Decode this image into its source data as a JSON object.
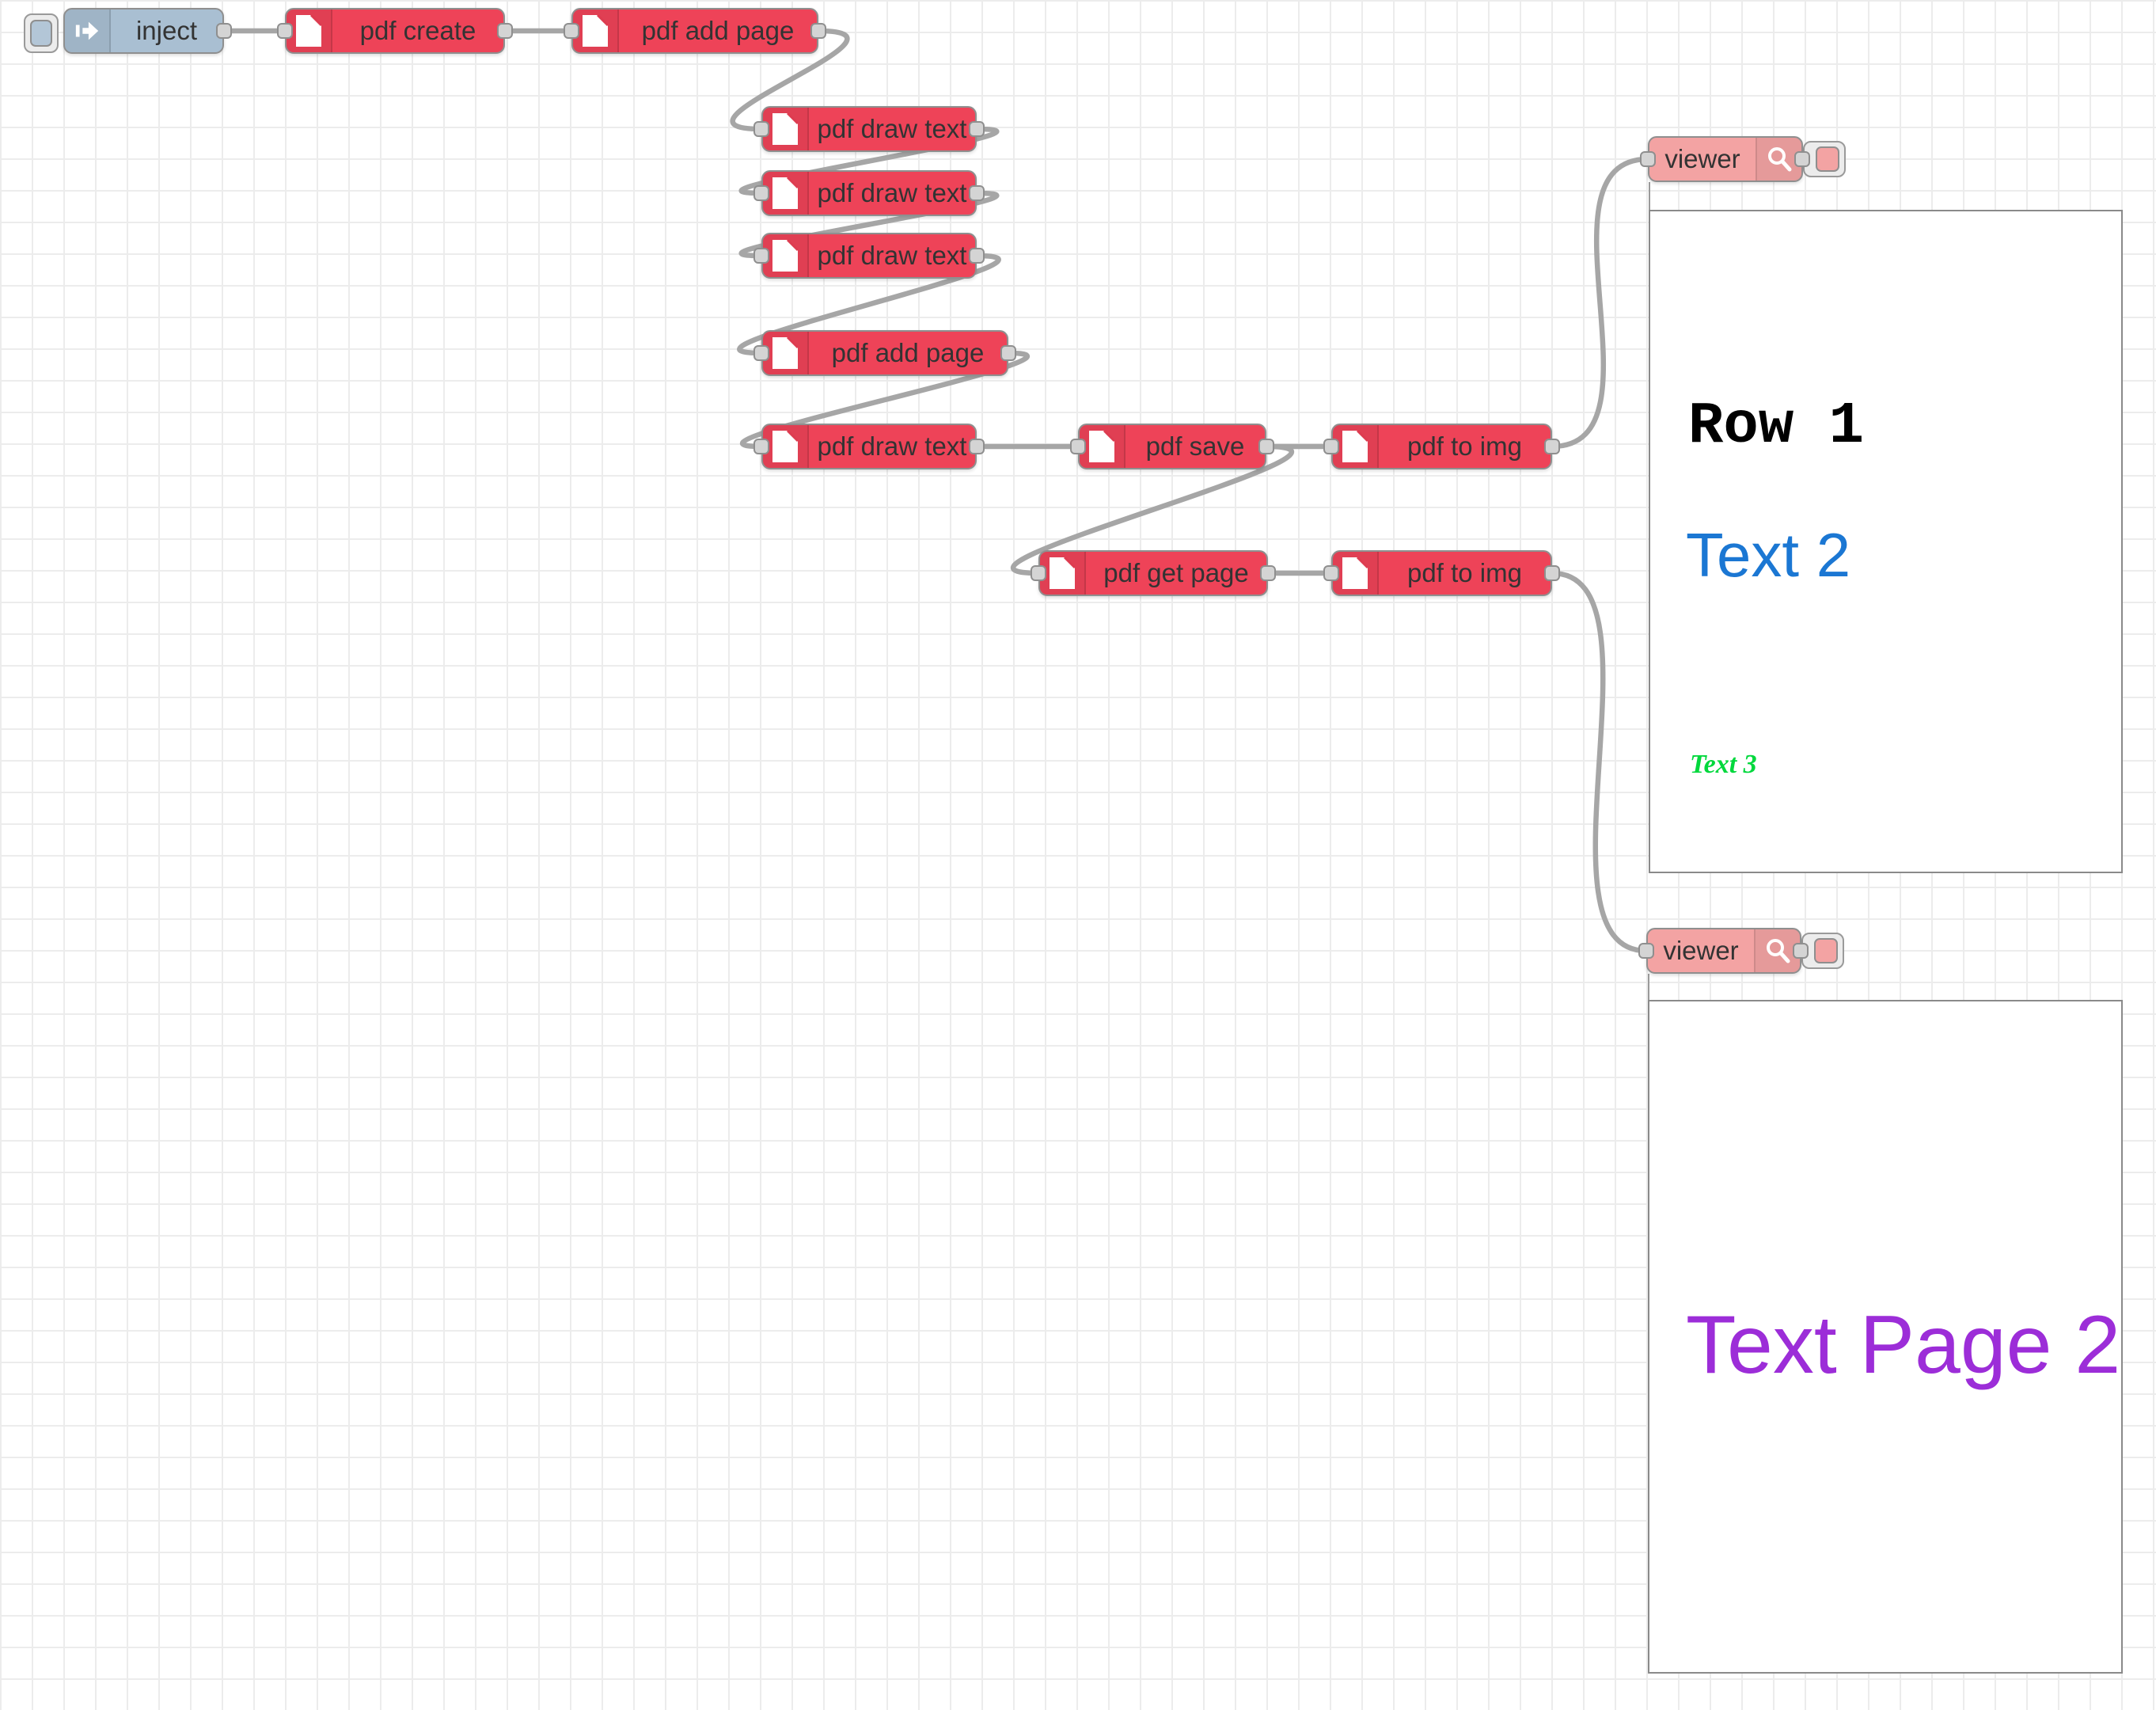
{
  "app": {
    "title": "Node-RED flow editor canvas"
  },
  "nodes": [
    {
      "label": "inject",
      "kind": "inject",
      "icon": "inject-arrow-icon"
    },
    {
      "label": "pdf create",
      "kind": "pdf",
      "icon": "file-icon"
    },
    {
      "label": "pdf add page",
      "kind": "pdf",
      "icon": "file-icon"
    },
    {
      "label": "pdf draw text",
      "kind": "pdf",
      "icon": "file-icon"
    },
    {
      "label": "pdf draw text",
      "kind": "pdf",
      "icon": "file-icon"
    },
    {
      "label": "pdf draw text",
      "kind": "pdf",
      "icon": "file-icon"
    },
    {
      "label": "pdf add page",
      "kind": "pdf",
      "icon": "file-icon"
    },
    {
      "label": "pdf draw text",
      "kind": "pdf",
      "icon": "file-icon"
    },
    {
      "label": "pdf save",
      "kind": "pdf",
      "icon": "file-icon"
    },
    {
      "label": "pdf to img",
      "kind": "pdf",
      "icon": "file-icon"
    },
    {
      "label": "pdf get page",
      "kind": "pdf",
      "icon": "file-icon"
    },
    {
      "label": "pdf to img",
      "kind": "pdf",
      "icon": "file-icon"
    },
    {
      "label": "viewer",
      "kind": "viewer",
      "icon": "magnifier-icon"
    },
    {
      "label": "viewer",
      "kind": "viewer",
      "icon": "magnifier-icon"
    }
  ],
  "previews": [
    {
      "name": "pdf-page-1-preview",
      "lines": [
        {
          "text": "Row 1",
          "color": "#000000",
          "style": "mono-bold"
        },
        {
          "text": "Text 2",
          "color": "#1b77d3",
          "style": "sans"
        },
        {
          "text": "Text 3",
          "color": "#00d83c",
          "style": "serif-bold-italic"
        }
      ]
    },
    {
      "name": "pdf-page-2-preview",
      "lines": [
        {
          "text": "Text Page 2",
          "color": "#9c2dd8",
          "style": "sans"
        }
      ]
    }
  ],
  "colors": {
    "pdf_node": "#ee4358",
    "inject_node": "#a9bfd2",
    "viewer_node": "#f3a3a3",
    "node_border": "#8f8f8f",
    "wire": "#a6a6a6",
    "port_fill": "#d4d4d4",
    "grid_line": "#ececec",
    "canvas_bg": "#ffffff",
    "node_label": "#333333"
  }
}
